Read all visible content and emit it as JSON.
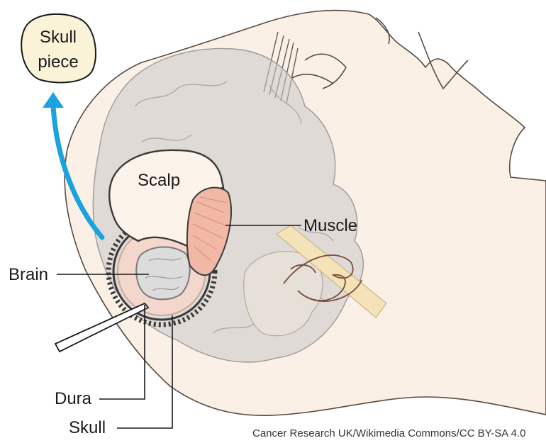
{
  "labels": {
    "skull_piece_line1": "Skull",
    "skull_piece_line2": "piece",
    "scalp": "Scalp",
    "muscle": "Muscle",
    "brain": "Brain",
    "dura": "Dura",
    "skull": "Skull"
  },
  "credit": "Cancer Research UK/Wikimedia Commons/CC BY-SA 4.0",
  "colors": {
    "skin": "#fbf0e6",
    "brain": "#c9c9c9",
    "arrow": "#1aa3dc",
    "muscle": "#f2b8a6",
    "scalp": "#fcf3ea",
    "bone": "#f4e3b8",
    "skull_piece": "#faf3d8"
  }
}
